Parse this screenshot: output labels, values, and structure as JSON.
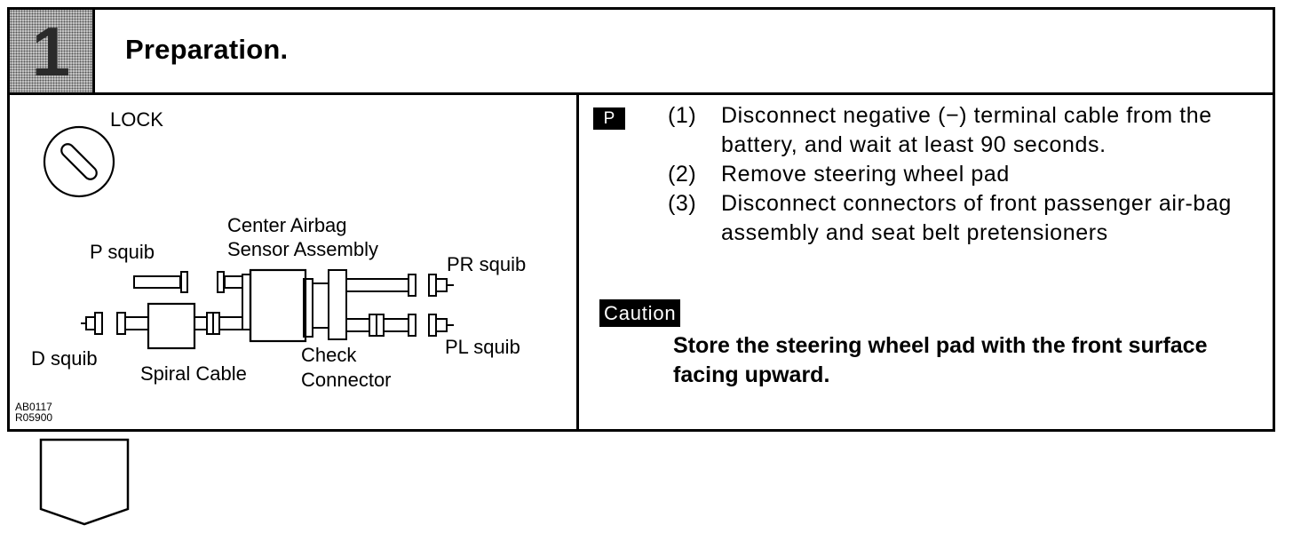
{
  "header": {
    "step_number": "1",
    "title": "Preparation."
  },
  "diagram": {
    "lock_label": "LOCK",
    "labels": {
      "center_airbag_1": "Center Airbag",
      "center_airbag_2": "Sensor Assembly",
      "p_squib": "P squib",
      "pr_squib": "PR squib",
      "d_squib": "D squib",
      "pl_squib": "PL squib",
      "spiral_cable": "Spiral Cable",
      "check_1": "Check",
      "check_2": "Connector"
    },
    "codes": [
      "AB0117",
      "R05900"
    ]
  },
  "procedure": {
    "badge": "P",
    "steps": [
      {
        "no": "(1)",
        "text": "Disconnect negative (−) terminal cable from the battery, and wait at least 90 seconds."
      },
      {
        "no": "(2)",
        "text": "Remove steering wheel pad"
      },
      {
        "no": "(3)",
        "text": "Disconnect connectors of front passenger air-bag assembly and seat belt pretensioners"
      }
    ]
  },
  "caution": {
    "badge": "Caution",
    "text": "Store the steering wheel pad with the front surface facing upward."
  }
}
